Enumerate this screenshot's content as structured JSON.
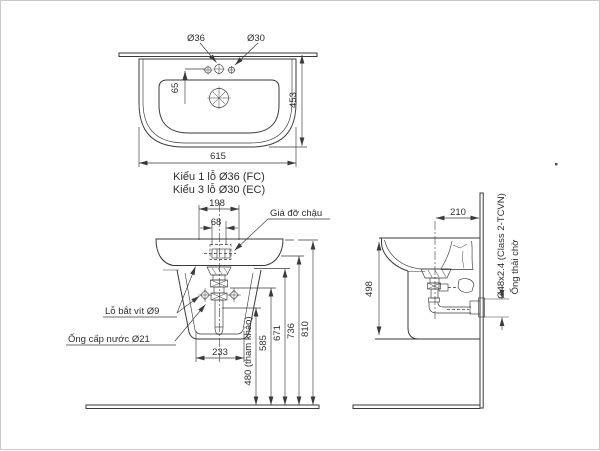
{
  "drawing": {
    "colors": {
      "line": "#3a3a3a",
      "text": "#2e2e2e"
    },
    "top_view": {
      "hole_dia_main": "Ø36",
      "hole_dia_side": "Ø30",
      "dim_hole_offset": "65",
      "dim_depth": "453",
      "dim_width": "615",
      "caption_line1": "Kiểu 1 lỗ Ø36 (FC)",
      "caption_line2": "Kiểu 3 lỗ Ø30 (EC)"
    },
    "front_view": {
      "dim_bracket_span": "198",
      "dim_bracket_inner": "68",
      "label_bracket": "Giá đỡ chậu",
      "label_screw_hole": "Lỗ bắt vít Ø9",
      "label_supply_pipe": "Ống cấp nước Ø21",
      "dim_base_width": "233",
      "dim_h_480": "480 (tham khảo)",
      "dim_h_585": "585",
      "dim_h_671": "671",
      "dim_h_736": "736",
      "dim_h_810": "810"
    },
    "side_view": {
      "dim_depth_wall": "210",
      "dim_height": "498",
      "label_drain_spec": "Ø48x2.4 (Class 2-TCVN)",
      "label_drain_stub": "Ống thải chờ"
    }
  }
}
